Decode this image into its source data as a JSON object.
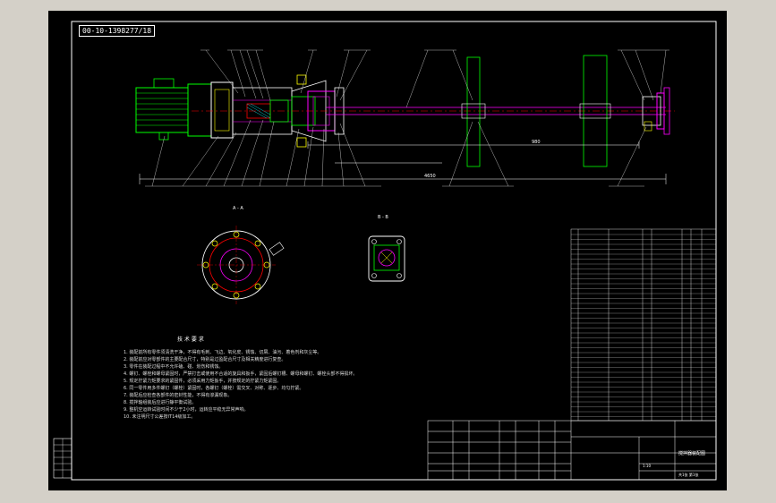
{
  "app": {
    "window": "CAD drawing viewer",
    "drawing_tag": "00-10-1398277/18"
  },
  "views": {
    "section_a_label": "A - A",
    "section_b_label": "B - B"
  },
  "dimensions": {
    "overall_length": "4650",
    "inner_span": "980"
  },
  "notes": {
    "heading": "技 术 要 求",
    "lines": [
      "1. 装配前所有零件须清洗干净，不得有毛刺、飞边、氧化皮、锈蚀、切屑、油污、着色剂和灰尘等。",
      "2. 装配前应对零部件的主要配合尺寸，特别是过盈配合尺寸及相关精度进行复查。",
      "3. 零件在装配过程中不允许磕、碰、划伤和锈蚀。",
      "4. 螺钉、螺栓和螺母紧固时，严禁打击或使用不合适的旋具和扳手，紧固后螺钉槽、螺母和螺钉、螺栓头部不得损坏。",
      "5. 规定拧紧力矩要求的紧固件，必须采用力矩扳手，并按规定的拧紧力矩紧固。",
      "6. 同一零件用多件螺钉（螺栓）紧固时，各螺钉（螺栓）需交叉、对称、逐步、均匀拧紧。",
      "7. 装配后应检查各部件的密封性能，不得有渗漏现象。",
      "8. 搅拌轴组装后应进行静平衡试验。",
      "9. 整机空运转试验时间不少于2小时，运转应平稳无异常声响。",
      "10. 未注明尺寸公差按IT14级加工。"
    ]
  },
  "title_block": {
    "drawing_name": "搅拌器装配图",
    "scale": "1:10",
    "sheet": "共1张 第1张"
  }
}
